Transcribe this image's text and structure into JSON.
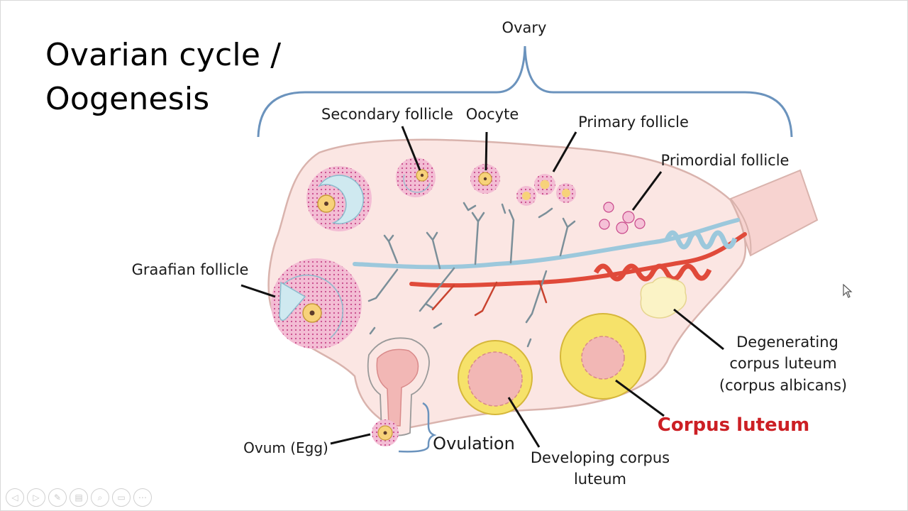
{
  "slide": {
    "title_line_1": "Ovarian cycle /",
    "title_line_2": "Oogenesis"
  },
  "diagram": {
    "labels": {
      "ovary": "Ovary",
      "secondary_follicle": "Secondary follicle",
      "oocyte": "Oocyte",
      "primary_follicle": "Primary follicle",
      "primordial_follicle": "Primordial follicle",
      "graafian_follicle": "Graafian follicle",
      "degenerating_line_1": "Degenerating",
      "degenerating_line_2": "corpus luteum",
      "degenerating_line_3": "(corpus albicans)",
      "corpus_luteum": "Corpus luteum",
      "ovum": "Ovum (Egg)",
      "ovulation": "Ovulation",
      "developing_line_1": "Developing corpus",
      "developing_line_2": "luteum"
    },
    "colors": {
      "ovary_fill": "#fbe6e3",
      "ovary_outline": "#d9b3ad",
      "follicle_pink": "#f1a9c8",
      "antrum_blue": "#cfe9f0",
      "oocyte_yellow": "#f7d27a",
      "corpus_yellow": "#f6e26a",
      "corpus_inner": "#f2b7b5",
      "vein_blue": "#9cc8dc",
      "artery_red": "#e04a3a",
      "brace_blue": "#6b93bd",
      "highlight_red": "#cc1f24"
    }
  },
  "toolbar": {
    "icons": [
      "previous-icon",
      "next-icon",
      "pen-icon",
      "slides-icon",
      "zoom-icon",
      "subtitles-icon",
      "more-icon"
    ],
    "glyphs": [
      "◁",
      "▷",
      "✎",
      "▤",
      "⌕",
      "▭",
      "⋯"
    ]
  }
}
